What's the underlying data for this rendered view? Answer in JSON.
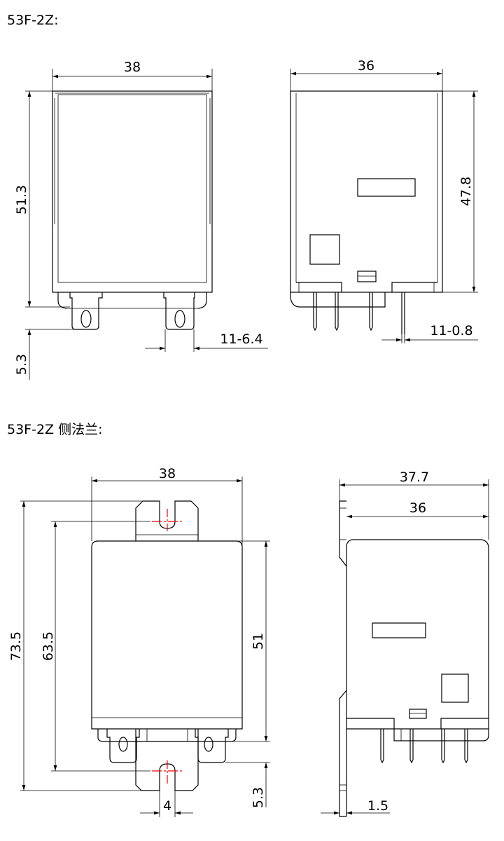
{
  "sections": [
    {
      "title": "53F-2Z:"
    },
    {
      "title": "53F-2Z 侧法兰:"
    }
  ],
  "views": {
    "front": {
      "width": "38",
      "height": "51.3",
      "pin_length": "5.3",
      "pin_spec": "11-6.4"
    },
    "side": {
      "width": "36",
      "height": "47.8",
      "pin_spec": "11-0.8"
    },
    "flange_front": {
      "width": "38",
      "overall_height": "73.5",
      "hole_pitch": "63.5",
      "body_height": "51",
      "pin_length": "5.3",
      "slot_width": "4"
    },
    "flange_side": {
      "overall_width": "37.7",
      "body_width": "36",
      "flange_thickness": "1.5"
    }
  },
  "colors": {
    "line": "#000000",
    "centerline": "#ff0000"
  }
}
